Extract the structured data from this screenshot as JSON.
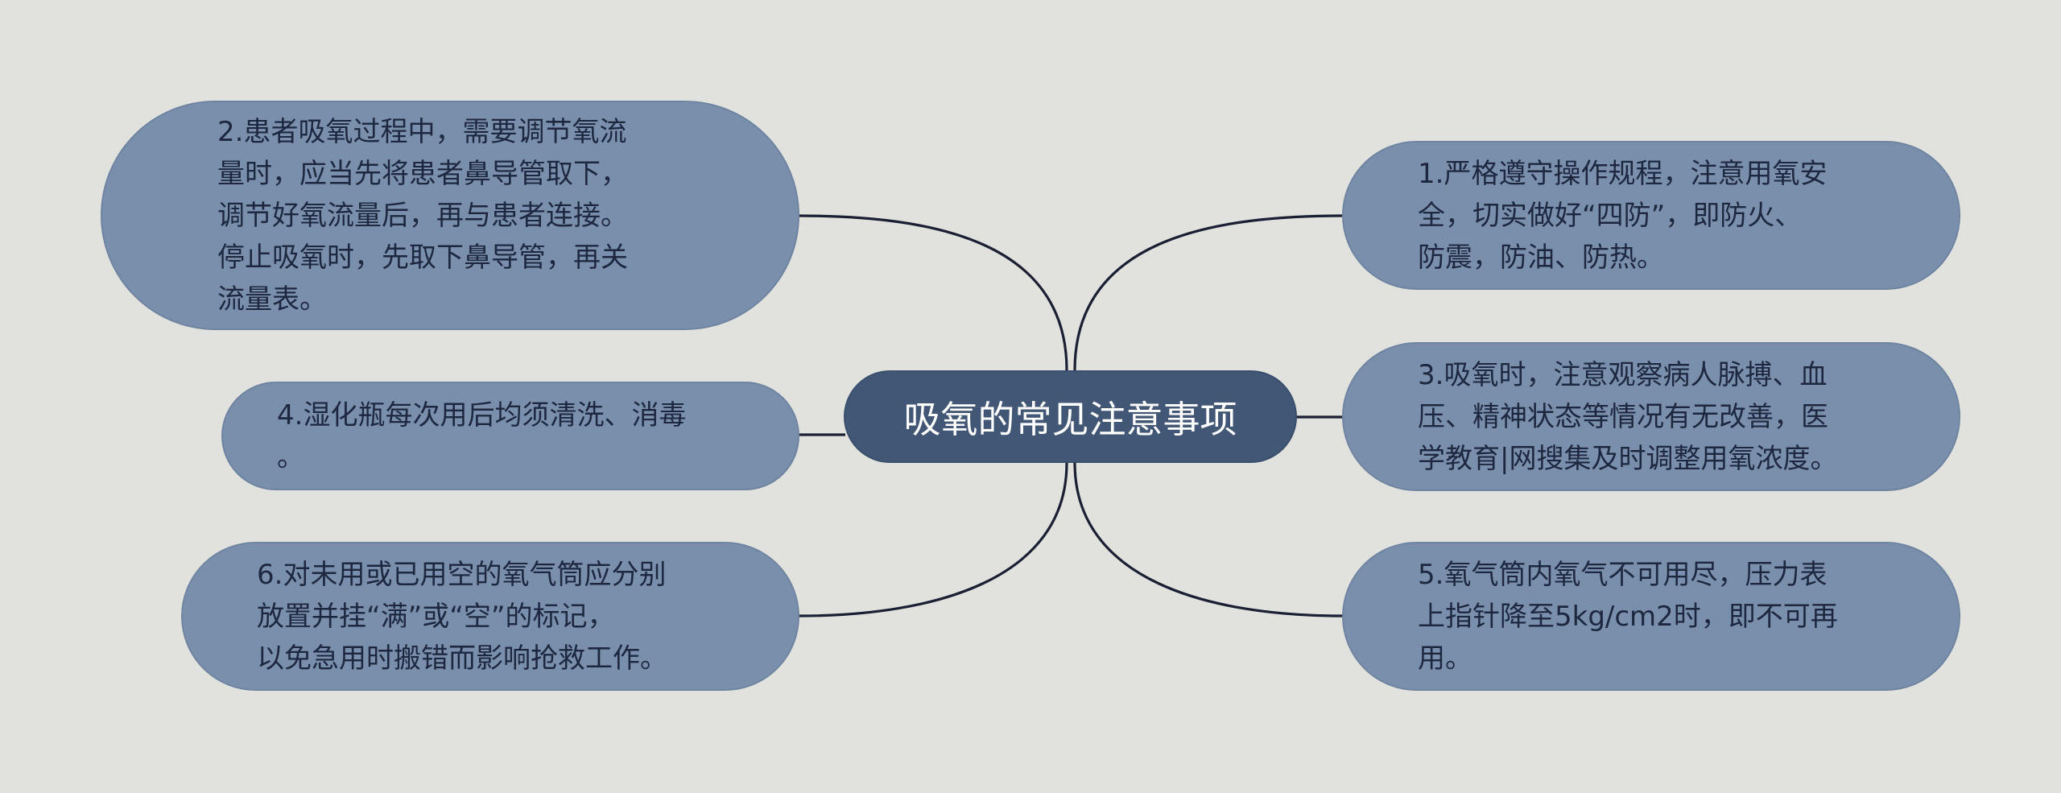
{
  "center": {
    "label": "吸氧的常见注意事项"
  },
  "nodes": [
    {
      "id": "n1",
      "text": "1.严格遵守操作规程，注意用氧安\n全，切实做好“四防”，即防火、\n防震，防油、防热。"
    },
    {
      "id": "n2",
      "text": "2.患者吸氧过程中，需要调节氧流\n量时，应当先将患者鼻导管取下，\n调节好氧流量后，再与患者连接。\n停止吸氧时，先取下鼻导管，再关\n流量表。"
    },
    {
      "id": "n3",
      "text": "3.吸氧时，注意观察病人脉搏、血\n压、精神状态等情况有无改善，医\n学教育|网搜集及时调整用氧浓度。"
    },
    {
      "id": "n4",
      "text": "4.湿化瓶每次用后均须清洗、消毒\n。"
    },
    {
      "id": "n5",
      "text": "5.氧气筒内氧气不可用尽，压力表\n上指针降至5kg/cm2时，即不可再\n用。"
    },
    {
      "id": "n6",
      "text": "6.对未用或已用空的氧气筒应分别\n放置并挂“满”或“空”的标记，\n以免急用时搬错而影响抢救工作。"
    }
  ],
  "colors": {
    "background": "#e1e2de",
    "node_fill": "#7a8fab",
    "center_fill": "#425775",
    "connector": "#1a1f33"
  }
}
